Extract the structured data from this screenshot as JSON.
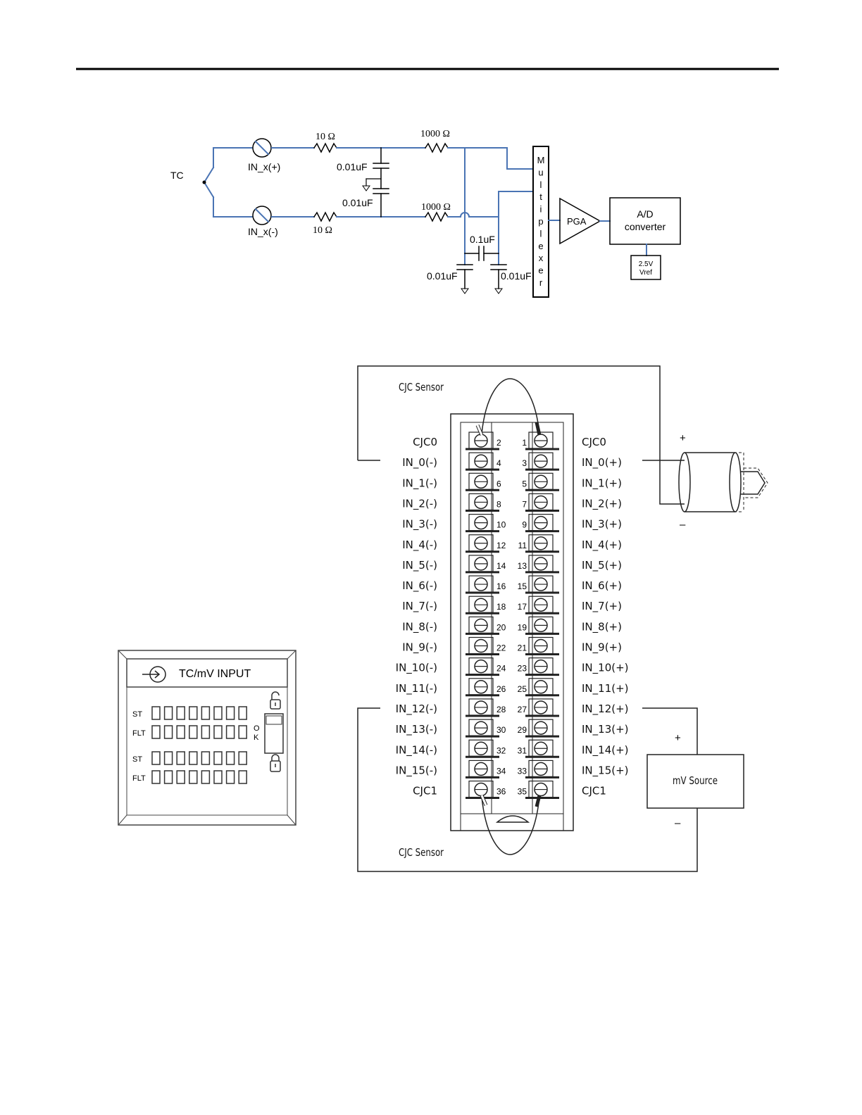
{
  "circuit": {
    "tc_label": "TC",
    "in_pos_label": "IN_x(+)",
    "in_neg_label": "IN_x(-)",
    "r_in_pos": "10 Ω",
    "r_in_neg": "10 Ω",
    "r_big_top": "1000 Ω",
    "r_big_bot": "1000 Ω",
    "cap_top": "0.01uF",
    "cap_bot": "0.01uF",
    "cap_diff": "0.1uF",
    "cap_left": "0.01uF",
    "cap_right": "0.01uF",
    "multiplexer_letters": [
      "M",
      "u",
      "l",
      "t",
      "i",
      "p",
      "l",
      "e",
      "x",
      "e",
      "r"
    ],
    "pga_label": "PGA",
    "adc_line1": "A/D",
    "adc_line2": "converter",
    "vref_line1": "2.5V",
    "vref_line2": "Vref",
    "colors": {
      "wire": "#4a74b4",
      "ink": "#000000"
    }
  },
  "module": {
    "title": "TC/mV INPUT",
    "row_labels": [
      "ST",
      "FLT",
      "ST",
      "FLT"
    ],
    "ok_letters": [
      "O",
      "K"
    ]
  },
  "wiring": {
    "cjc_sensor_top": "CJC Sensor",
    "cjc_sensor_bottom": "CJC Sensor",
    "rows": [
      {
        "left": "CJC0",
        "ln": "2",
        "rn": "1",
        "right": "CJC0"
      },
      {
        "left": "IN_0(-)",
        "ln": "4",
        "rn": "3",
        "right": "IN_0(+)"
      },
      {
        "left": "IN_1(-)",
        "ln": "6",
        "rn": "5",
        "right": "IN_1(+)"
      },
      {
        "left": "IN_2(-)",
        "ln": "8",
        "rn": "7",
        "right": "IN_2(+)"
      },
      {
        "left": "IN_3(-)",
        "ln": "10",
        "rn": "9",
        "right": "IN_3(+)"
      },
      {
        "left": "IN_4(-)",
        "ln": "12",
        "rn": "11",
        "right": "IN_4(+)"
      },
      {
        "left": "IN_5(-)",
        "ln": "14",
        "rn": "13",
        "right": "IN_5(+)"
      },
      {
        "left": "IN_6(-)",
        "ln": "16",
        "rn": "15",
        "right": "IN_6(+)"
      },
      {
        "left": "IN_7(-)",
        "ln": "18",
        "rn": "17",
        "right": "IN_7(+)"
      },
      {
        "left": "IN_8(-)",
        "ln": "20",
        "rn": "19",
        "right": "IN_8(+)"
      },
      {
        "left": "IN_9(-)",
        "ln": "22",
        "rn": "21",
        "right": "IN_9(+)"
      },
      {
        "left": "IN_10(-)",
        "ln": "24",
        "rn": "23",
        "right": "IN_10(+)"
      },
      {
        "left": "IN_11(-)",
        "ln": "26",
        "rn": "25",
        "right": "IN_11(+)"
      },
      {
        "left": "IN_12(-)",
        "ln": "28",
        "rn": "27",
        "right": "IN_12(+)"
      },
      {
        "left": "IN_13(-)",
        "ln": "30",
        "rn": "29",
        "right": "IN_13(+)"
      },
      {
        "left": "IN_14(-)",
        "ln": "32",
        "rn": "31",
        "right": "IN_14(+)"
      },
      {
        "left": "IN_15(-)",
        "ln": "34",
        "rn": "33",
        "right": "IN_15(+)"
      },
      {
        "left": "CJC1",
        "ln": "36",
        "rn": "35",
        "right": "CJC1"
      }
    ],
    "tc_plus": "+",
    "tc_minus": "–",
    "mv_source": "mV Source",
    "mv_plus": "+",
    "mv_minus": "–"
  }
}
